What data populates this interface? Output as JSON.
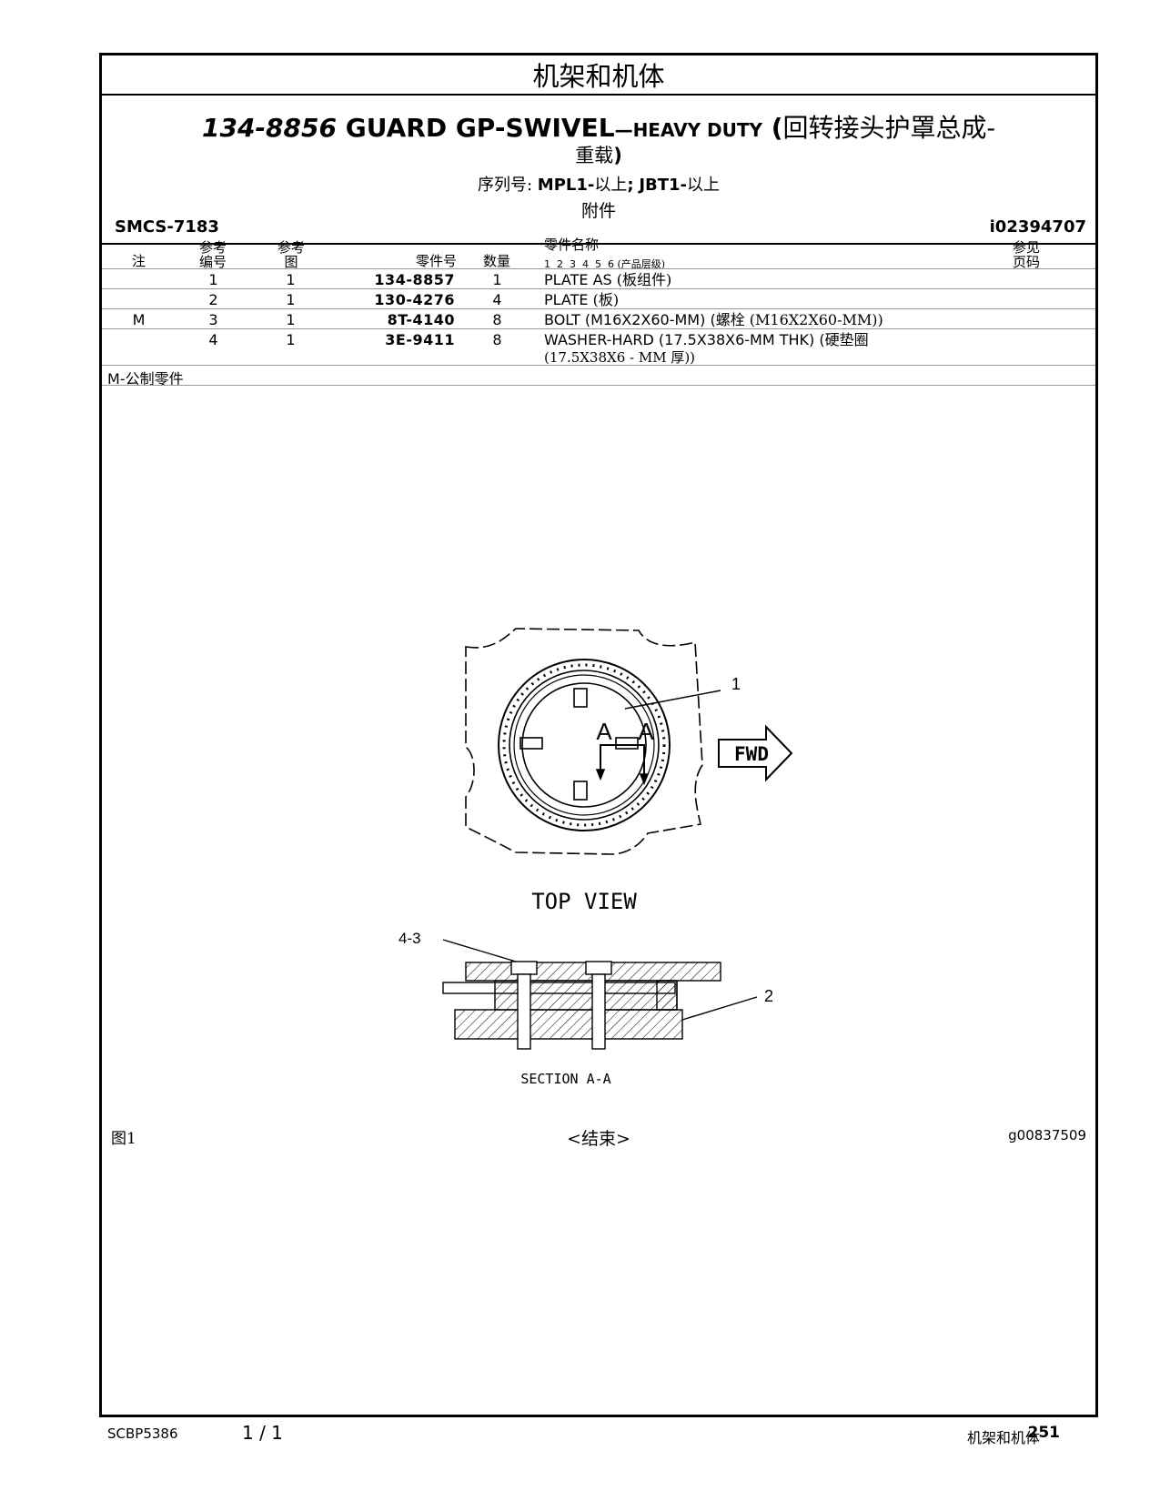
{
  "header": {
    "section": "机架和机体"
  },
  "title": {
    "part_number": "134-8856",
    "name_main": "GUARD GP-SWIVEL",
    "name_suffix": "—HEAVY DUTY",
    "paren_open": "(",
    "name_cn_1": "回转接头护罩总成-",
    "name_cn_2": "重载",
    "paren_close": ")",
    "serial_label": "序列号:",
    "serial_1": "MPL1-",
    "serial_1_cn": "以上",
    "serial_sep": ";",
    "serial_2": "JBT1-",
    "serial_2_cn": "以上",
    "attachment": "附件"
  },
  "smcs": "SMCS-7183",
  "illustration_id": "i02394707",
  "columns": {
    "note": "注",
    "ref_no_1": "参考",
    "ref_no_2": "编号",
    "ref_fig_1": "参考",
    "ref_fig_2": "图",
    "part_no": "零件号",
    "qty": "数量",
    "part_name": "零件名称",
    "levels": "1  2  3  4  5  6",
    "levels_note": "(产品层级)",
    "see_page_1": "参见",
    "see_page_2": "页码"
  },
  "rows": [
    {
      "note": "",
      "ref": "1",
      "fig": "1",
      "part_no": "134-8857",
      "qty": "1",
      "name": "PLATE AS",
      "name_cn": "(板组件)",
      "name_line2": ""
    },
    {
      "note": "",
      "ref": "2",
      "fig": "1",
      "part_no": "130-4276",
      "qty": "4",
      "name": "PLATE",
      "name_cn": "(板)",
      "name_line2": ""
    },
    {
      "note": "M",
      "ref": "3",
      "fig": "1",
      "part_no": "8T-4140",
      "qty": "8",
      "name": "BOLT (M16X2X60-MM) (",
      "name_cn": "螺栓 (M16X2X60-MM))",
      "name_line2": ""
    },
    {
      "note": "",
      "ref": "4",
      "fig": "1",
      "part_no": "3E-9411",
      "qty": "8",
      "name": "WASHER-HARD (17.5X38X6-MM THK) (",
      "name_cn": "硬垫圈",
      "name_line2": "(17.5X38X6 - MM 厚))"
    }
  ],
  "legend": {
    "code": "M-",
    "text": "公制零件"
  },
  "drawing": {
    "callout_1": "1",
    "callout_2": "2",
    "callout_43": "4-3",
    "section_a_left": "A",
    "section_a_right": "A",
    "fwd": "FWD",
    "top_view": "TOP VIEW",
    "section_view": "SECTION A-A"
  },
  "figure": {
    "label": "图1",
    "end": "<结束>",
    "graphic_id": "g00837509"
  },
  "footer": {
    "book": "SCBP5386",
    "page_of": "1 / 1",
    "section": "机架和机体",
    "page_number": "251"
  }
}
